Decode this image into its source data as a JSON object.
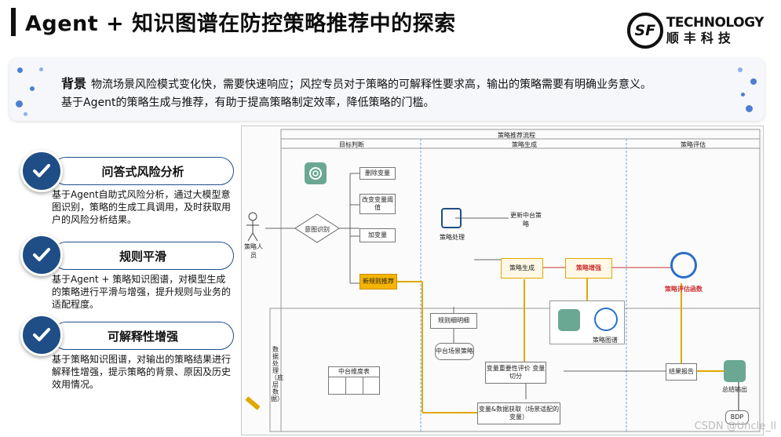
{
  "header": {
    "title": "Agent + 知识图谱在防控策略推荐中的探索",
    "logo_mark": "SF",
    "logo_en": "TECHNOLOGY",
    "logo_cn": "顺丰科技"
  },
  "background": {
    "label": "背景",
    "line1": "物流场景风险模式变化快，需要快速响应；风控专员对于策略的可解释性要求高，输出的策略需要有明确业务意义。",
    "line2": "基于Agent的策略生成与推荐，有助于提高策略制定效率，降低策略的门槛。"
  },
  "features": [
    {
      "title": "问答式风险分析",
      "desc": "基于Agent自助式风险分析，通过大模型意图识别，策略的生成工具调用，及时获取用户的风险分析结果。"
    },
    {
      "title": "规则平滑",
      "desc": "基于Agent + 策略知识图谱，对模型生成的策略进行平滑与增强，提升规则与业务的适配程度。"
    },
    {
      "title": "可解释性增强",
      "desc": "基于策略知识图谱，对输出的策略结果进行解释性增强，提示策略的背景、原因及历史效用情况。"
    }
  ],
  "flow": {
    "title": "策略推荐流程",
    "lanes": [
      "目标判断",
      "策略生成",
      "策略评估"
    ],
    "side_lane": "数据处理（底层数据）",
    "actor": "策略人员",
    "nodes": {
      "intent": "意图识别",
      "delete_var": "删除变量",
      "change_var": "改变变量阈值",
      "add_var": "加变量",
      "new_rule": "新规则推荐",
      "strategy_proc": "策略处理",
      "update_strategy": "更新中台策略",
      "strategy_gen": "策略生成",
      "strategy_enhance": "策略增强",
      "eval_func": "策略评估函数",
      "rule_detail": "规则细明细",
      "middle_table": "中台场景策略",
      "kg": "策略图谱",
      "middle_dim": "中台维度表",
      "var_eval": "变量重要性评价 变量切分",
      "var_fetch": "变量&数据获取（场景适配的变量）",
      "report": "结果报告",
      "summary": "总结输出",
      "bdp": "BDP"
    }
  },
  "watermark": "CSDN @Uncle_ll"
}
